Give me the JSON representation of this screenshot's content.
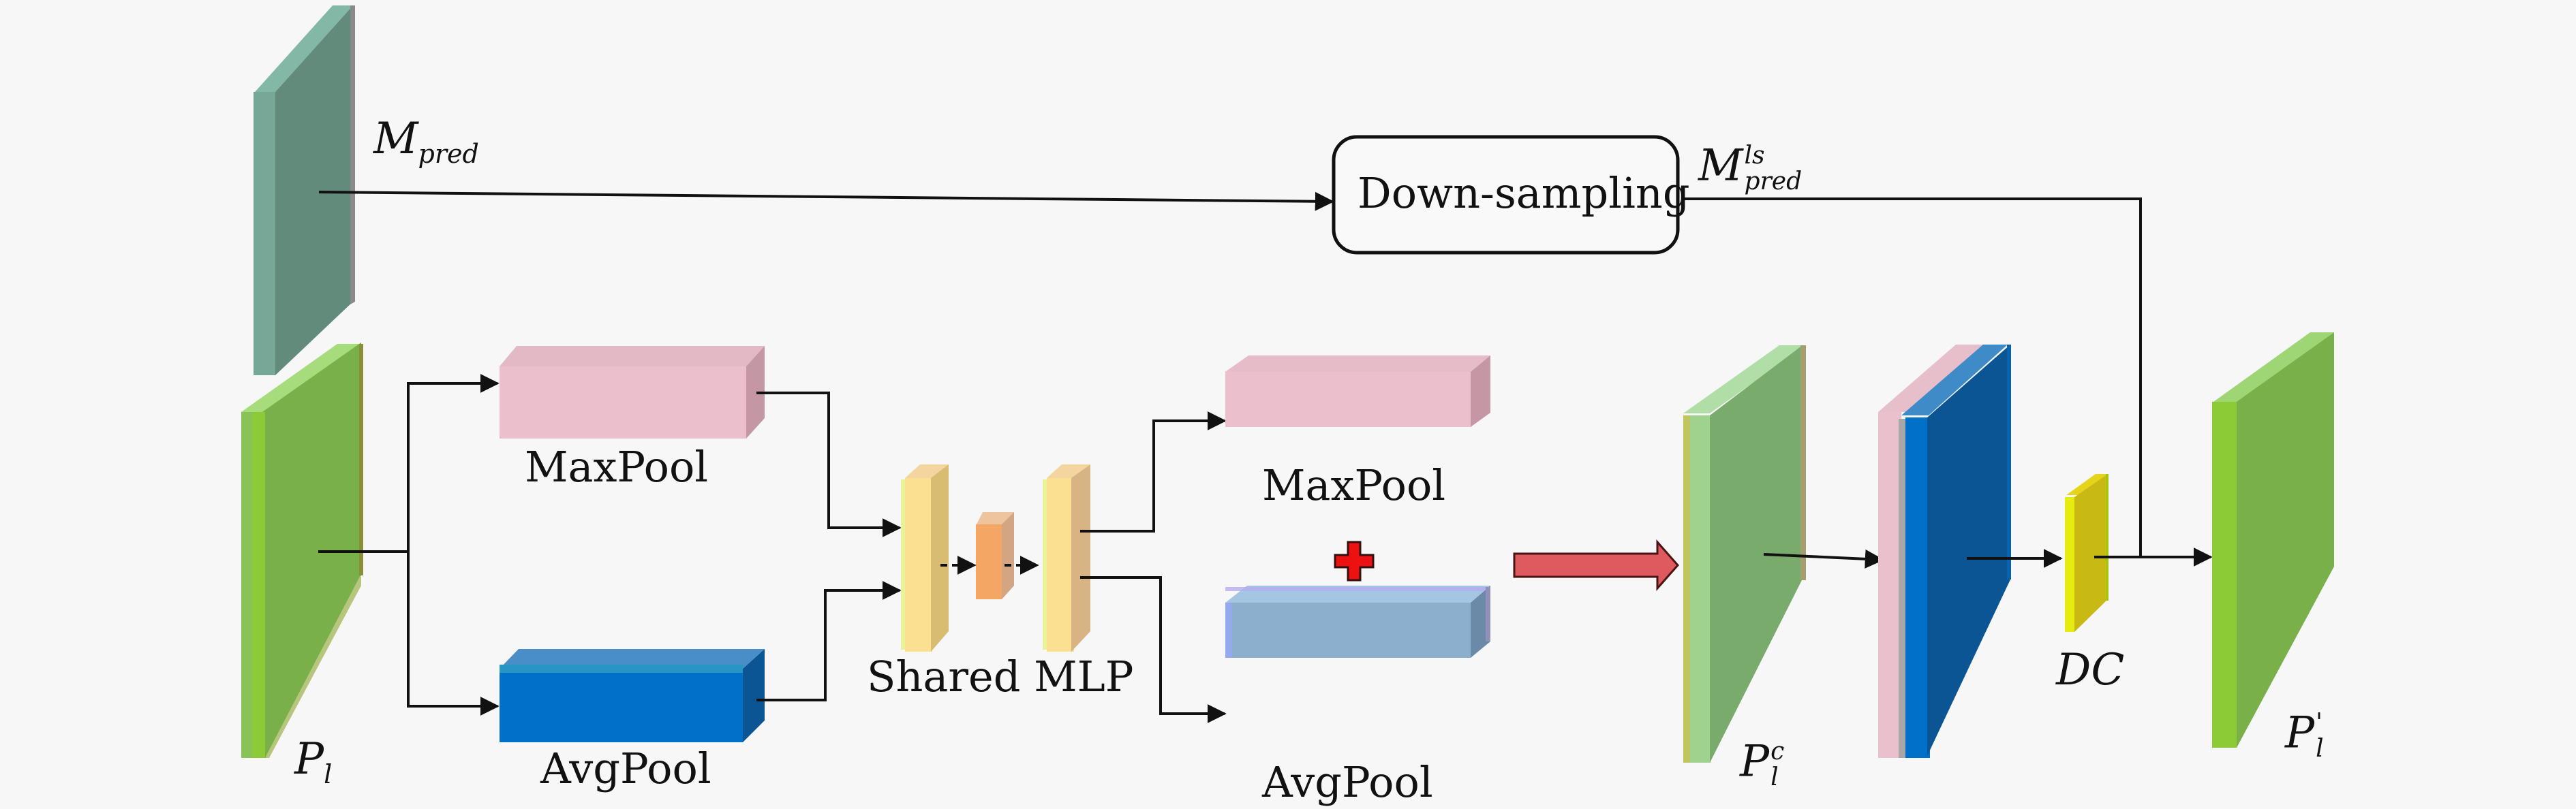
{
  "figure": {
    "type": "channel-attention feature-fusion block diagram",
    "colors": {
      "background": "#f7f7f7",
      "mask_slab": "#628b7c",
      "feature_green": "#79b04a",
      "maxpool_pink": "#ebbfcc",
      "avgpool_blue_input": "#0070c8",
      "avgpool_blue_output": "#8cafcd",
      "mlp_yellow": "#fbe092",
      "mlp_orange": "#f4a664",
      "plus_red": "#ee1111",
      "fuse_arrow_red": "#de5a5e",
      "concat_dark_blue": "#0b5595",
      "dc_yellow": "#c8b913",
      "output_green": "#79b04a",
      "line": "#111111"
    }
  },
  "labels": {
    "m_pred": {
      "base": "M",
      "sub": "pred"
    },
    "m_pred_ls": {
      "base": "M",
      "sup": "ls",
      "sub": "pred"
    },
    "downsampling": "Down-sampling",
    "p_l": {
      "base": "P",
      "sub": "l"
    },
    "maxpool_in": "MaxPool",
    "avgpool_in": "AvgPool",
    "shared_mlp": "Shared MLP",
    "maxpool_out": "MaxPool",
    "avgpool_out": "AvgPool",
    "plus": "+",
    "p_l_c": {
      "base": "P",
      "sup": "c",
      "sub": "l"
    },
    "dc": "DC",
    "p_l_prime": {
      "base": "P",
      "sup": "'",
      "sub": "l"
    }
  },
  "nodes": [
    {
      "id": "m_pred",
      "kind": "feature-slab",
      "label_ref": "m_pred"
    },
    {
      "id": "downsampling",
      "kind": "rounded-box",
      "label_ref": "downsampling"
    },
    {
      "id": "p_l",
      "kind": "feature-slab",
      "label_ref": "p_l"
    },
    {
      "id": "maxpool_in",
      "kind": "cuboid",
      "label_ref": "maxpool_in"
    },
    {
      "id": "avgpool_in",
      "kind": "cuboid",
      "label_ref": "avgpool_in"
    },
    {
      "id": "mlp_1",
      "kind": "mlp-layer"
    },
    {
      "id": "mlp_2",
      "kind": "mlp-layer"
    },
    {
      "id": "mlp_3",
      "kind": "mlp-layer"
    },
    {
      "id": "maxpool_out",
      "kind": "cuboid",
      "label_ref": "maxpool_out"
    },
    {
      "id": "avgpool_out",
      "kind": "cuboid",
      "label_ref": "avgpool_out"
    },
    {
      "id": "p_l_c",
      "kind": "feature-slab",
      "label_ref": "p_l_c"
    },
    {
      "id": "concat",
      "kind": "stacked-slabs"
    },
    {
      "id": "dc",
      "kind": "feature-slab",
      "label_ref": "dc"
    },
    {
      "id": "p_l_prime",
      "kind": "feature-slab",
      "label_ref": "p_l_prime"
    }
  ],
  "edges": [
    {
      "from": "m_pred",
      "to": "downsampling"
    },
    {
      "from": "downsampling",
      "to": "p_l_prime",
      "via": "dc-output junction"
    },
    {
      "from": "p_l",
      "to": "maxpool_in"
    },
    {
      "from": "p_l",
      "to": "avgpool_in"
    },
    {
      "from": "maxpool_in",
      "to": "mlp_1"
    },
    {
      "from": "avgpool_in",
      "to": "mlp_1"
    },
    {
      "from": "mlp_1",
      "to": "mlp_2",
      "style": "dashed"
    },
    {
      "from": "mlp_2",
      "to": "mlp_3",
      "style": "dashed"
    },
    {
      "from": "mlp_3",
      "to": "maxpool_out"
    },
    {
      "from": "mlp_3",
      "to": "avgpool_out"
    },
    {
      "from": "sum",
      "to": "p_l_c",
      "style": "block-arrow"
    },
    {
      "from": "p_l_c",
      "to": "concat"
    },
    {
      "from": "concat",
      "to": "dc"
    },
    {
      "from": "dc",
      "to": "p_l_prime"
    }
  ]
}
